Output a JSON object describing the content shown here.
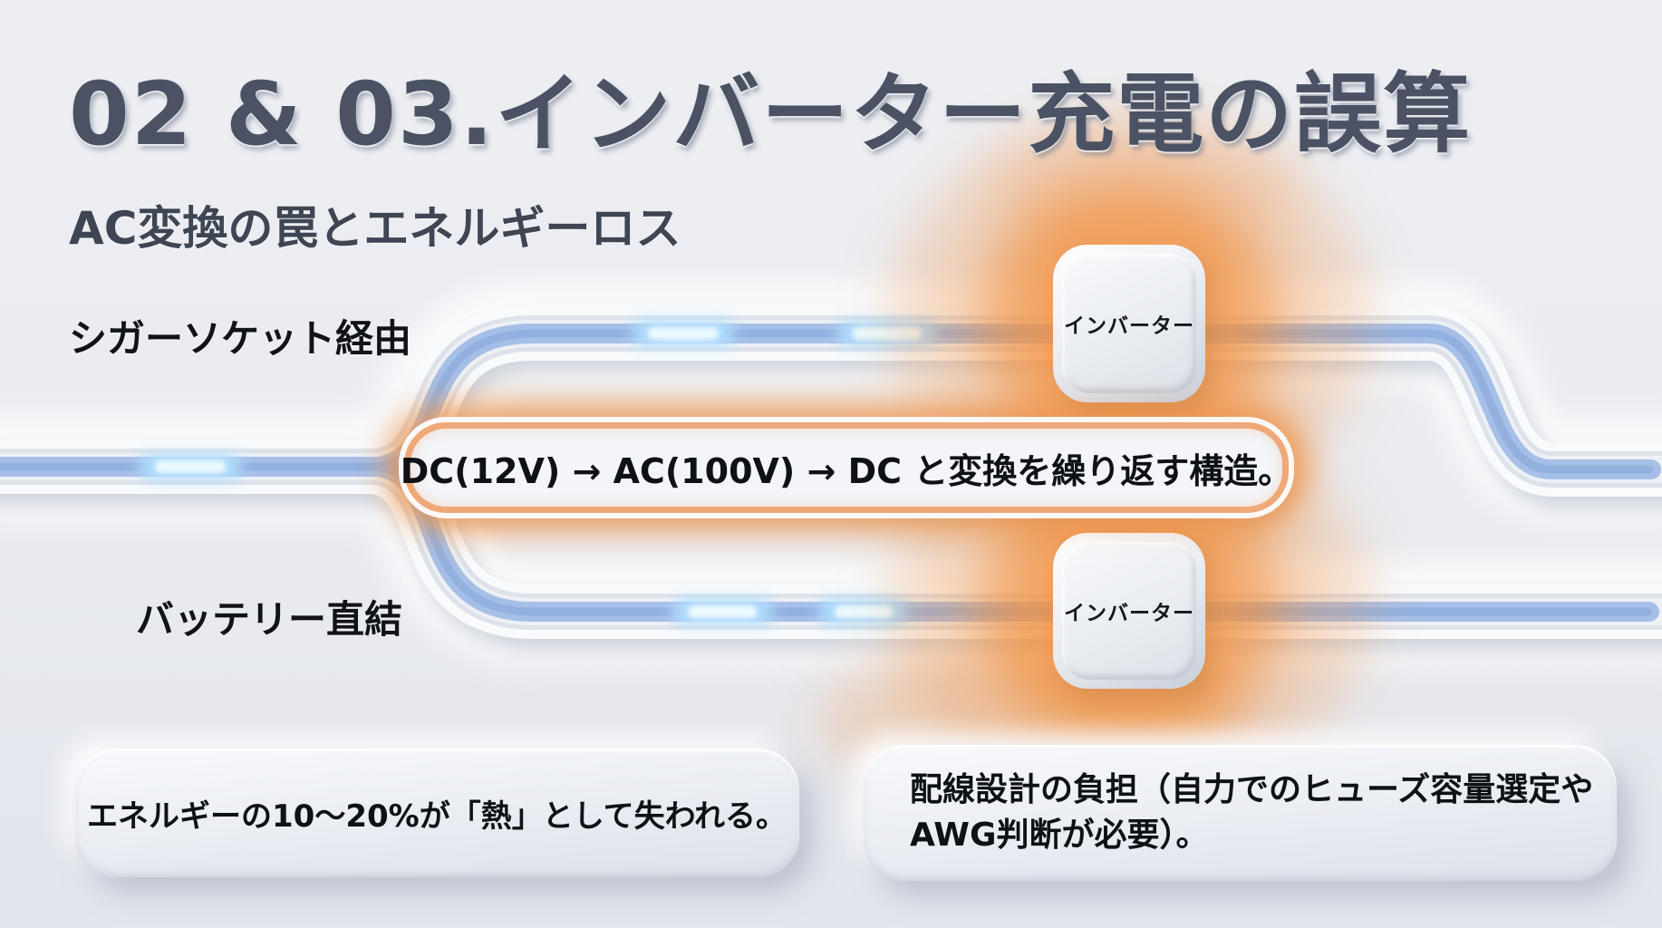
{
  "header": {
    "title": "02 & 03.インバーター充電の誤算",
    "subtitle": "AC変換の罠とエネルギーロス"
  },
  "paths": {
    "top_label": "シガーソケット経由",
    "bottom_label": "バッテリー直結"
  },
  "nodes": {
    "top_inverter": "インバーター",
    "bottom_inverter": "インバーター"
  },
  "callouts": {
    "conversion": "DC(12V) → AC(100V) → DC と変換を繰り返す構造。",
    "energy_loss": "エネルギーの10〜20%が「熱」として失われる。",
    "wiring_line1": "配線設計の負担（自力でのヒューズ容量選定や",
    "wiring_line2": "AWG判断が必要）。"
  },
  "colors": {
    "background": "#e9ebf0",
    "title_text": "#4a5264",
    "body_text": "#0e1116",
    "pipe_casing": "#f8fafc",
    "pipe_stripe": "#a6bfe7",
    "pipe_glow": "#cdeeff",
    "accent_orange": "#f2913f",
    "pill_fill": "#edf0f6"
  }
}
